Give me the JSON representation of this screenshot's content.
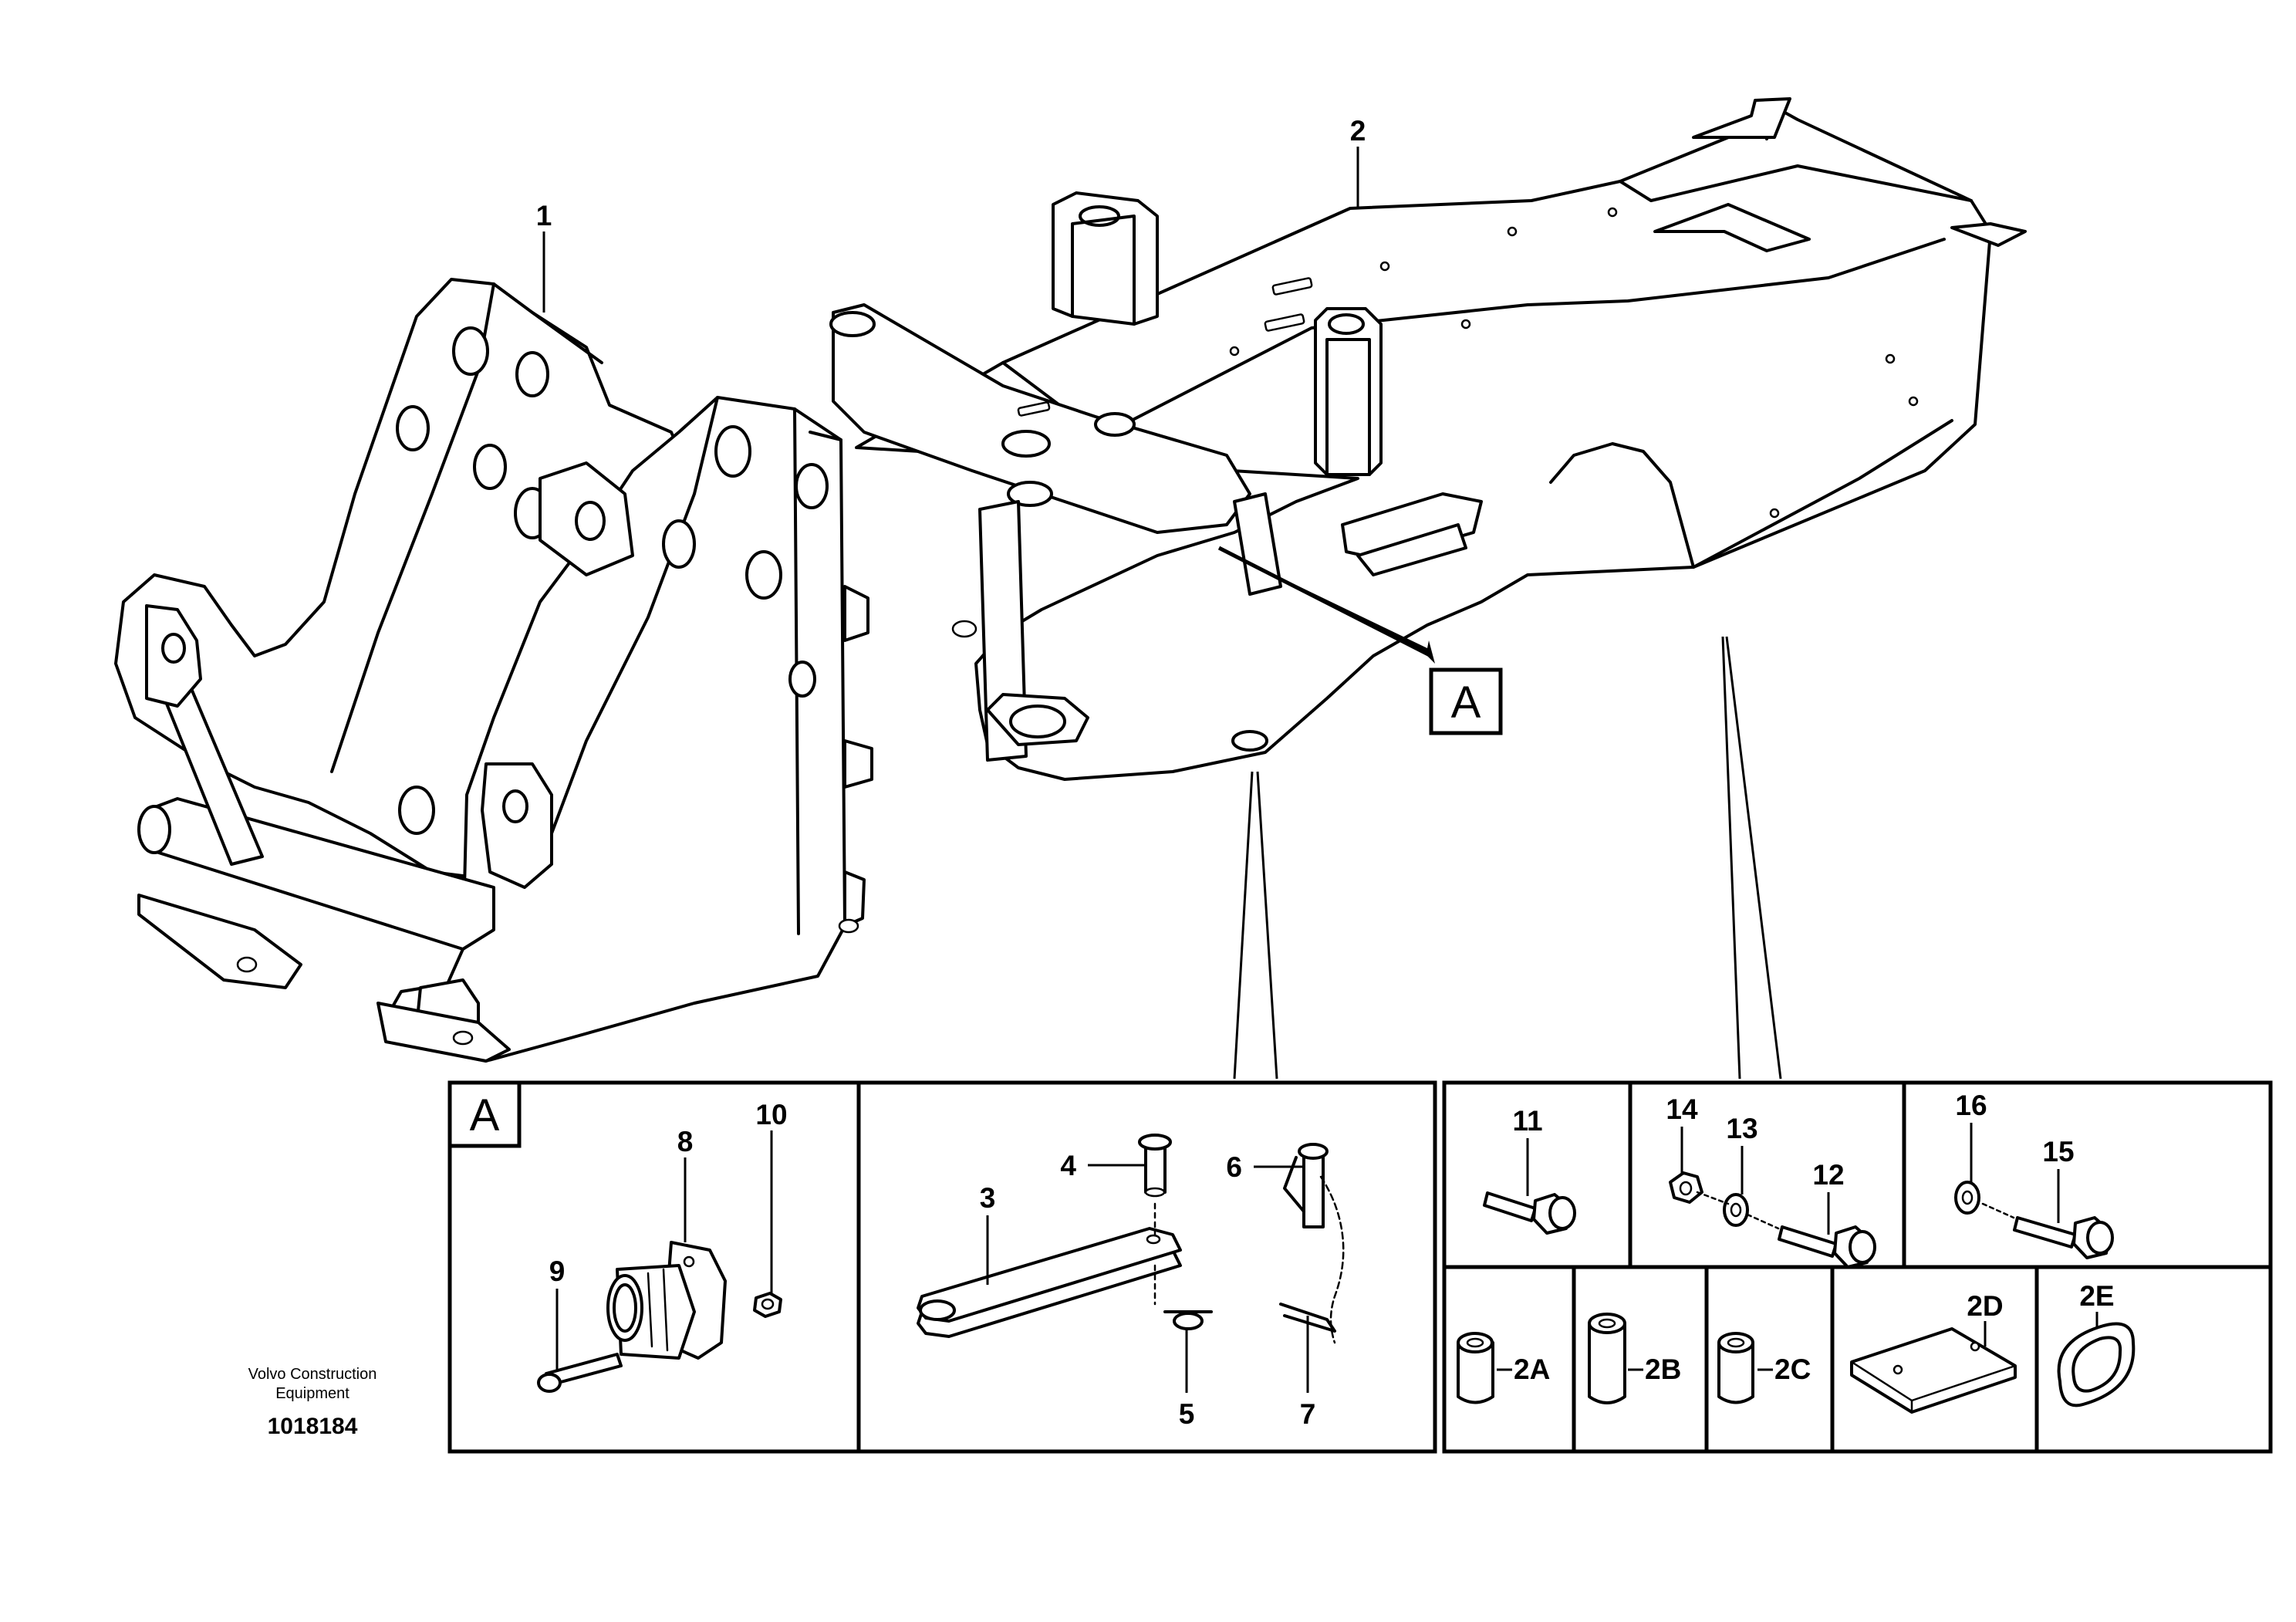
{
  "labels": {
    "front_frame": "1",
    "rear_frame": "2",
    "item3": "3",
    "item4": "4",
    "item5": "5",
    "item6": "6",
    "item7": "7",
    "item8": "8",
    "item9": "9",
    "item10": "10",
    "item11": "11",
    "item12": "12",
    "item13": "13",
    "item14": "14",
    "item15": "15",
    "item16": "16",
    "item2A": "2A",
    "item2B": "2B",
    "item2C": "2C",
    "item2D": "2D",
    "item2E": "2E",
    "detail_callout": "A",
    "detail_box_title": "A"
  },
  "footer": {
    "company_line1": "Volvo Construction",
    "company_line2": "Equipment",
    "drawing_number": "1018184"
  }
}
